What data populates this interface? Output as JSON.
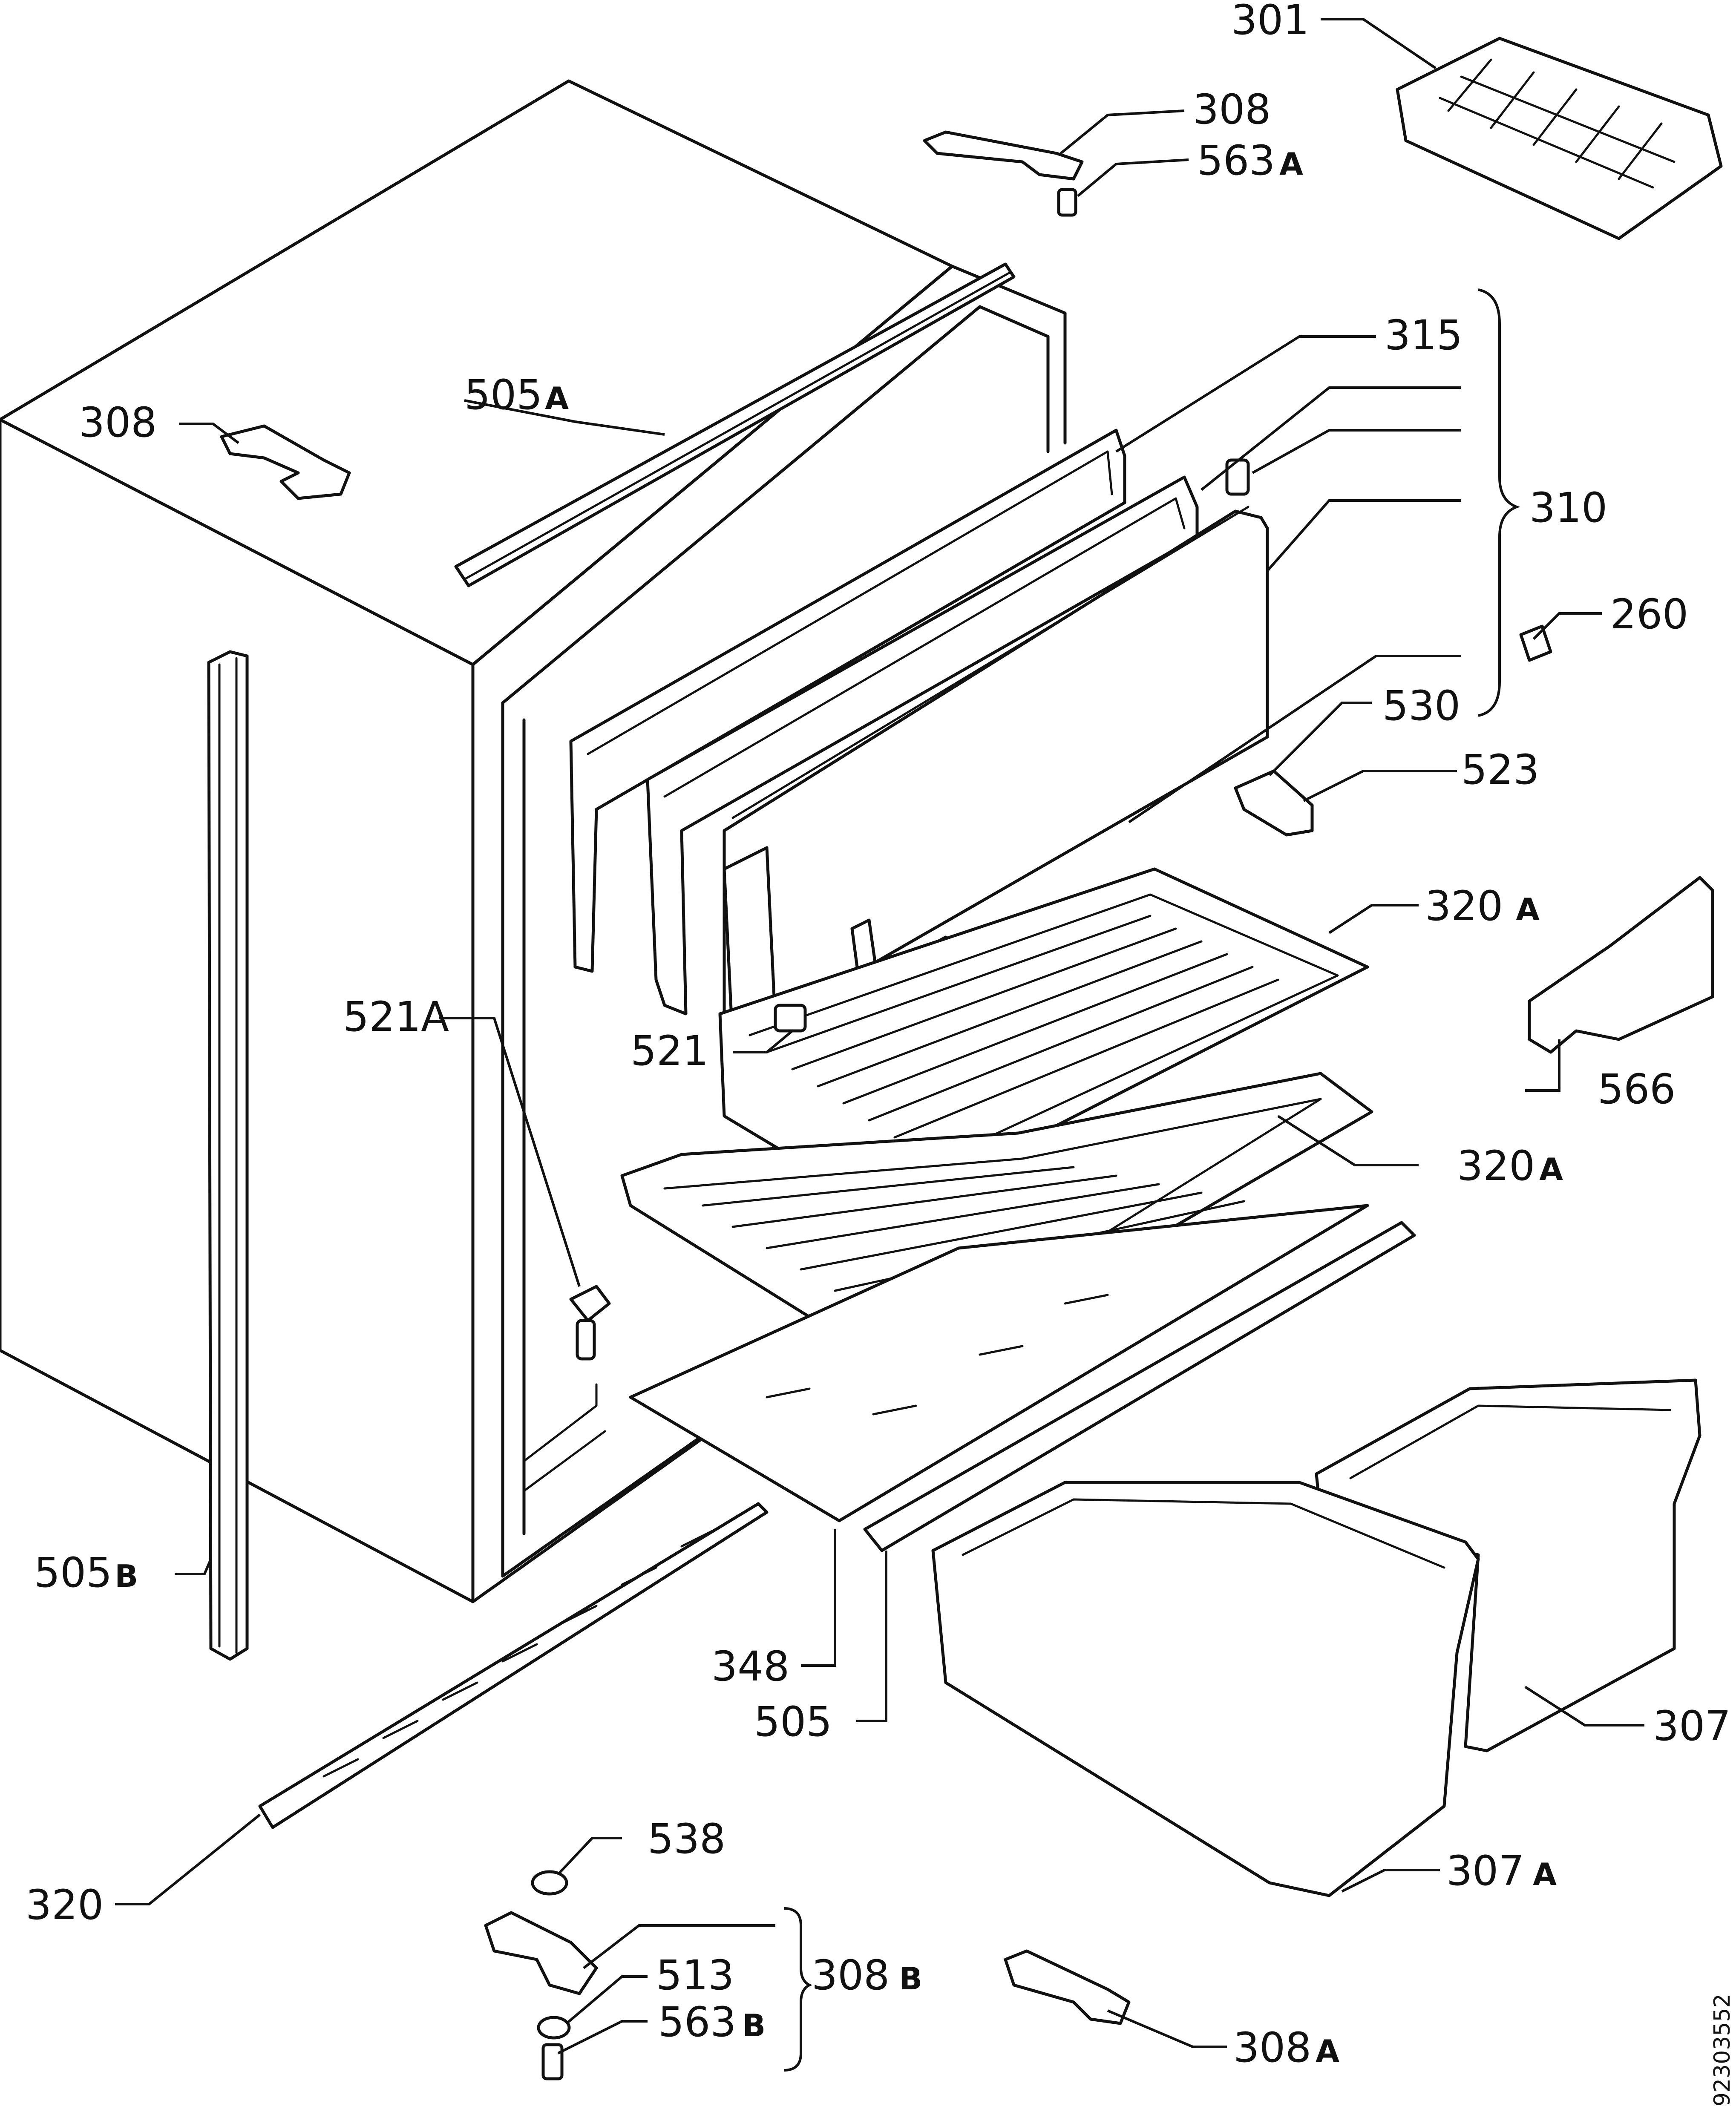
{
  "labels": {
    "l301": "301",
    "l308_top": "308",
    "l563a": "563",
    "l563a_sfx": "A",
    "l315": "315",
    "l310": "310",
    "l260": "260",
    "l505a": "505",
    "l505a_sfx": "A",
    "l308_left": "308",
    "l530": "530",
    "l523": "523",
    "l320a_1": "320",
    "l320a_1_sfx": "A",
    "l320a_2": "320",
    "l320a_2_sfx": "A",
    "l521a": "521A",
    "l521": "521",
    "l566": "566",
    "l505b": "505",
    "l505b_sfx": "B",
    "l348": "348",
    "l505": "505",
    "l307": "307",
    "l307a": "307",
    "l307a_sfx": "A",
    "l320": "320",
    "l538": "538",
    "l513": "513",
    "l563b": "563",
    "l563b_sfx": "B",
    "l308b": "308",
    "l308b_sfx": "B",
    "l308a": "308",
    "l308a_sfx": "A"
  },
  "drawing_code": "92303552"
}
